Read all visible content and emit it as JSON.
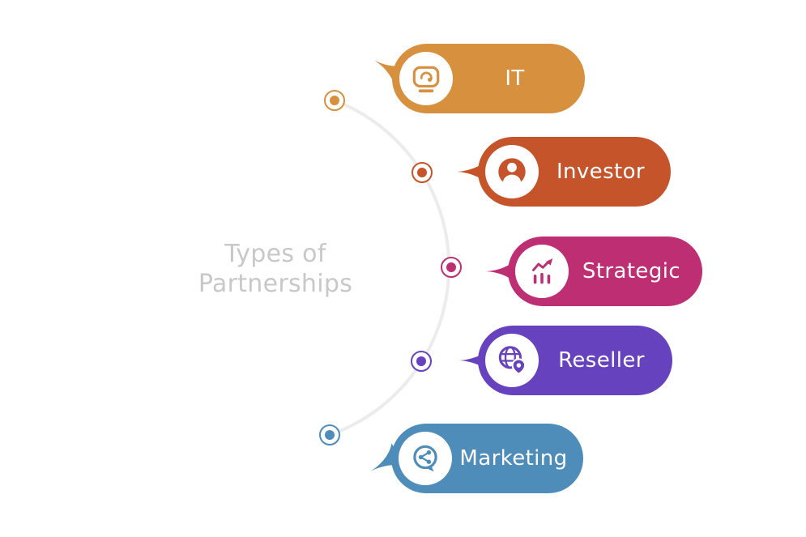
{
  "title": {
    "line1": "Types of",
    "line2": "Partnerships"
  },
  "items": [
    {
      "label": "IT",
      "color": "#D6903E",
      "icon": "support-monitor-icon"
    },
    {
      "label": "Investor",
      "color": "#C6542B",
      "icon": "investor-person-icon"
    },
    {
      "label": "Strategic",
      "color": "#BE2E72",
      "icon": "growth-chart-icon"
    },
    {
      "label": "Reseller",
      "color": "#6742BE",
      "icon": "globe-location-icon"
    },
    {
      "label": "Marketing",
      "color": "#4E8CBA",
      "icon": "share-bubble-icon"
    }
  ],
  "colors": {
    "background": "#FFFFFF",
    "arc": "#ECECEC",
    "title_text": "#C8C8C8",
    "pill_text": "#FFFFFF",
    "icon_badge": "#FFFFFF"
  }
}
